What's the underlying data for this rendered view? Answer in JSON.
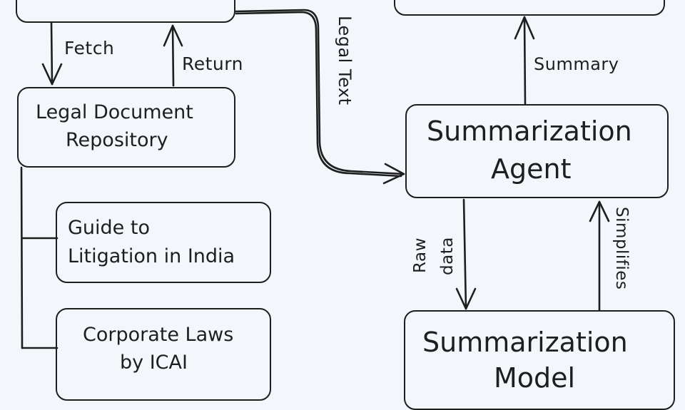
{
  "nodes": {
    "repository": {
      "line1": "Legal Document",
      "line2": "Repository"
    },
    "guide": {
      "line1": "Guide to",
      "line2": "Litigation in India"
    },
    "corporate": {
      "line1": "Corporate Laws",
      "line2": "by ICAI"
    },
    "agent": {
      "line1": "Summarization",
      "line2": "Agent"
    },
    "model": {
      "line1": "Summarization",
      "line2": "Model"
    }
  },
  "edges": {
    "fetch": "Fetch",
    "return": "Return",
    "legal_text": "Legal Text",
    "summary": "Summary",
    "raw_data_line1": "Raw",
    "raw_data_line2": "data",
    "simplifies": "Simplifies"
  }
}
